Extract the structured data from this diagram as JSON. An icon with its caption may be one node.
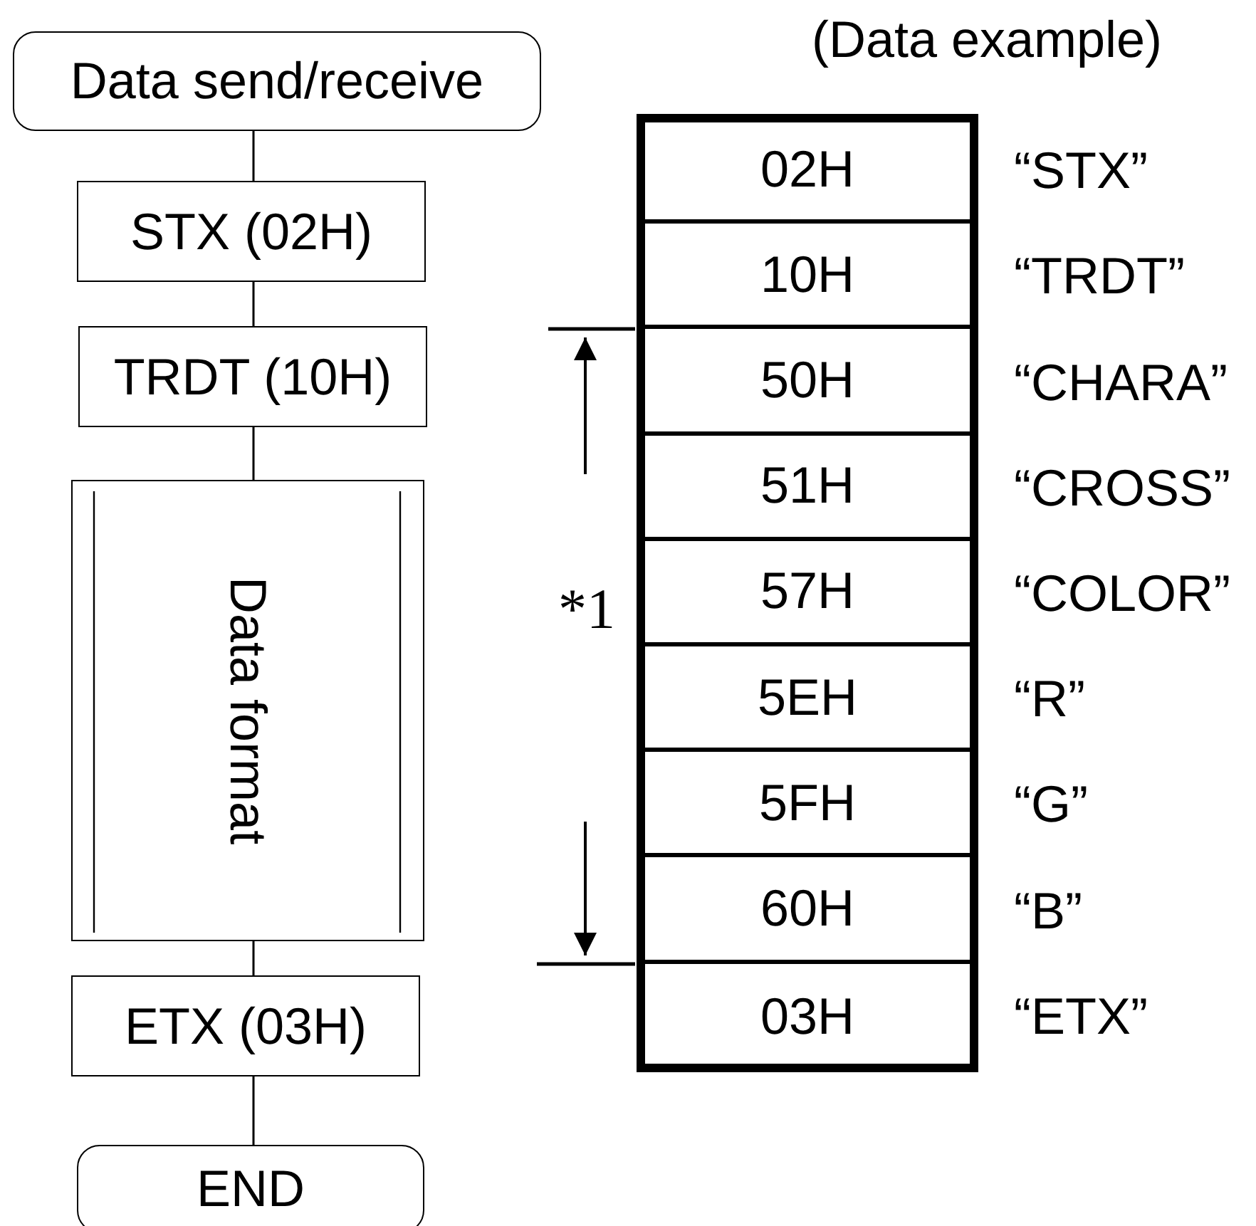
{
  "diagram": {
    "nodes": [
      {
        "text": [
          "Data send/receive"
        ]
      },
      {
        "text": [
          "STX (02H)"
        ]
      },
      {
        "text": [
          "TRDT (10H)"
        ]
      },
      {
        "text": [
          "Data format"
        ]
      },
      {
        "text": [
          "ETX (03H)"
        ]
      },
      {
        "text": [
          "END"
        ]
      }
    ],
    "edges": [
      {
        "from": 0,
        "to": 1,
        "arrow": "none"
      },
      {
        "from": 1,
        "to": 2,
        "arrow": "none"
      },
      {
        "from": 2,
        "to": 3,
        "arrow": "none"
      },
      {
        "from": 3,
        "to": 4,
        "arrow": "none"
      },
      {
        "from": 4,
        "to": 5,
        "arrow": "none"
      }
    ],
    "labels": [
      "(Data example)",
      "02H",
      "“STX”",
      "10H",
      "“TRDT”",
      "50H",
      "“CHARA”",
      "51H",
      "“CROSS”",
      "*1",
      "57H",
      "“COLOR”",
      "5EH",
      "“R”",
      "5FH",
      "“G”",
      "60H",
      "“B”",
      "03H",
      "“ETX”"
    ]
  }
}
